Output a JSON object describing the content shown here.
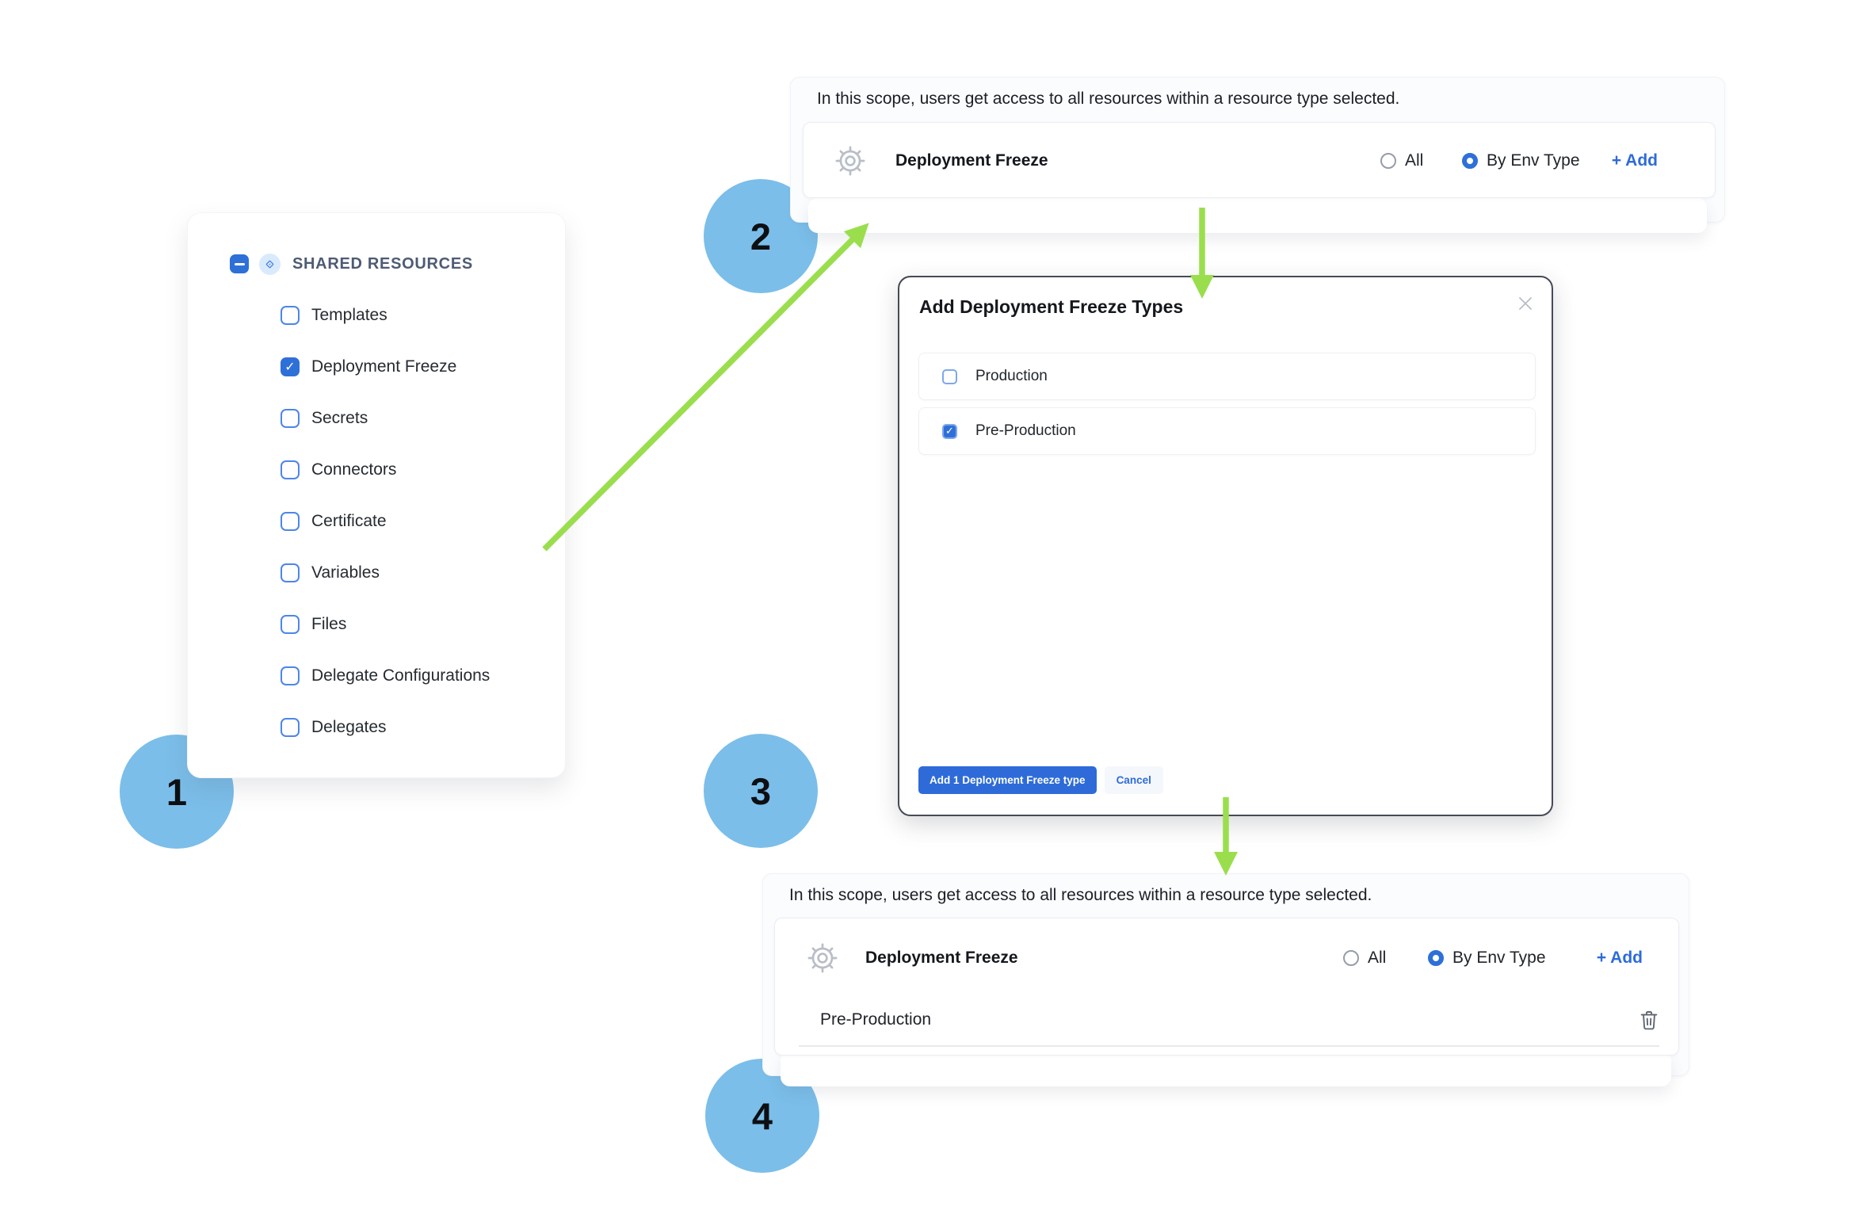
{
  "colors": {
    "accent_blue": "#2e70d8",
    "link_blue": "#2e6bd9",
    "step_circle_blue": "#7bbee9",
    "arrow_green": "#9ade4e",
    "modal_border": "#454b56"
  },
  "steps": [
    "1",
    "2",
    "3",
    "4"
  ],
  "icons": {
    "shared_resources": "diamond-module-icon",
    "resource_type": "gear-icon",
    "delete_row": "trash-icon",
    "modal_close": "close-x-icon"
  },
  "panel1": {
    "header": "SHARED RESOURCES",
    "items": [
      {
        "label": "Templates",
        "checked": false
      },
      {
        "label": "Deployment Freeze",
        "checked": true
      },
      {
        "label": "Secrets",
        "checked": false
      },
      {
        "label": "Connectors",
        "checked": false
      },
      {
        "label": "Certificate",
        "checked": false
      },
      {
        "label": "Variables",
        "checked": false
      },
      {
        "label": "Files",
        "checked": false
      },
      {
        "label": "Delegate Configurations",
        "checked": false
      },
      {
        "label": "Delegates",
        "checked": false
      }
    ]
  },
  "panel2": {
    "description": "In this scope, users get access to all resources within a resource type selected.",
    "resource_label": "Deployment Freeze",
    "options": [
      {
        "label": "All",
        "selected": false
      },
      {
        "label": "By Env Type",
        "selected": true
      }
    ],
    "add_label": "+ Add"
  },
  "modal": {
    "title": "Add Deployment Freeze Types",
    "options": [
      {
        "label": "Production",
        "checked": false
      },
      {
        "label": "Pre-Production",
        "checked": true
      }
    ],
    "submit_label": "Add 1 Deployment Freeze type",
    "cancel_label": "Cancel"
  },
  "panel4": {
    "description": "In this scope, users get access to all resources within a resource type selected.",
    "resource_label": "Deployment Freeze",
    "options": [
      {
        "label": "All",
        "selected": false
      },
      {
        "label": "By Env Type",
        "selected": true
      }
    ],
    "add_label": "+ Add",
    "selected_types": [
      "Pre-Production"
    ]
  }
}
